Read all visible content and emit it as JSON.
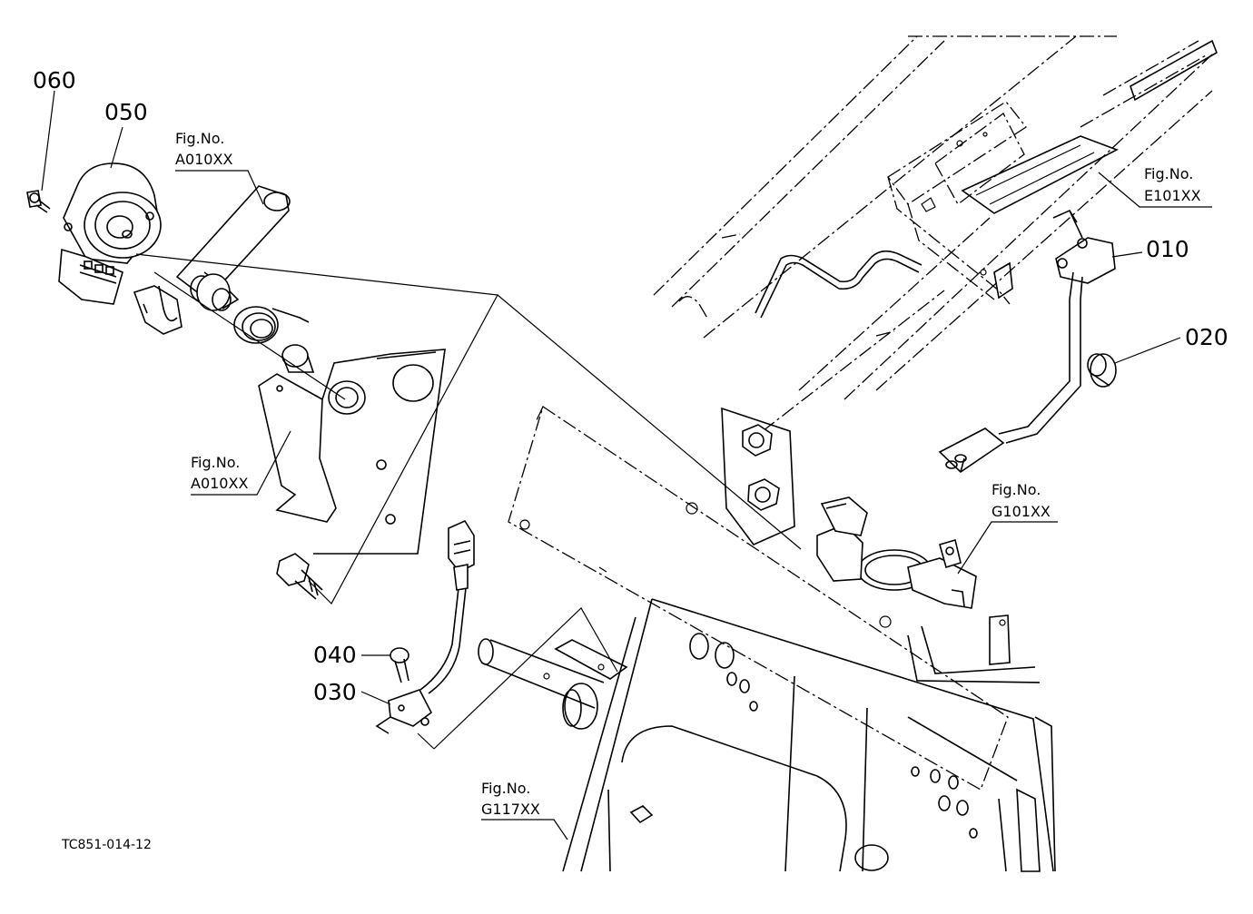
{
  "diagram": {
    "drawing_code": "TC851-014-12",
    "part_labels": {
      "p010": "010",
      "p020": "020",
      "p030": "030",
      "p040": "040",
      "p050": "050",
      "p060": "060"
    },
    "figure_refs": [
      {
        "caption": "Fig.No.",
        "code": "A010XX"
      },
      {
        "caption": "Fig.No.",
        "code": "A010XX"
      },
      {
        "caption": "Fig.No.",
        "code": "E101XX"
      },
      {
        "caption": "Fig.No.",
        "code": "G101XX"
      },
      {
        "caption": "Fig.No.",
        "code": "G117XX"
      }
    ]
  }
}
